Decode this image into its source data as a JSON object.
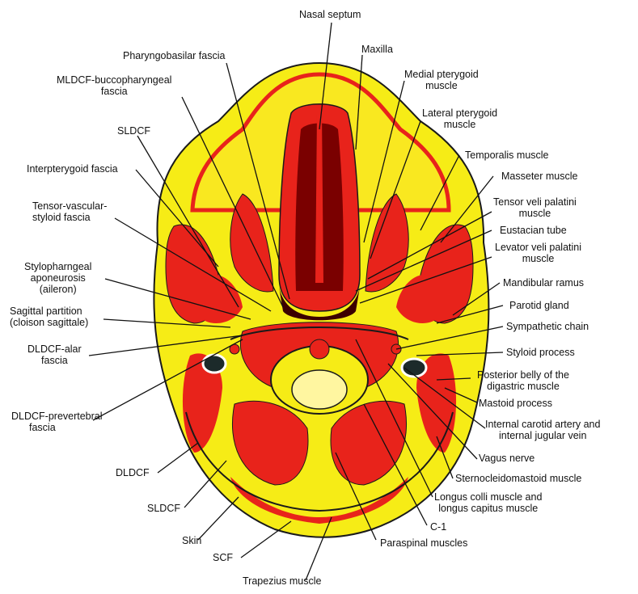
{
  "colors": {
    "background": "#ffffff",
    "skin_fat": "#f6ec16",
    "muscle": "#e8231b",
    "dark_airway": "#5a0000",
    "fascia_line": "#1a1a1a",
    "vessel": "#1c2a2a",
    "bone": "#fff6a0"
  },
  "labels_left": {
    "mldcf_bucco_1": "MLDCF-buccopharyngeal",
    "mldcf_bucco_2": "fascia",
    "sldcf_top": "SLDCF",
    "interpterygoid": "Interpterygoid fascia",
    "tensor_vasc_1": "Tensor-vascular-",
    "tensor_vasc_2": "styloid fascia",
    "stylo_1": "Stylopharngeal",
    "stylo_2": "aponeurosis",
    "stylo_3": "(aileron)",
    "sagittal_1": "Sagittal partition",
    "sagittal_2": "(cloison sagittale)",
    "alar_1": "DLDCF-alar",
    "alar_2": "fascia",
    "prevert_1": "DLDCF-prevertebral",
    "prevert_2": "fascia",
    "dldcf": "DLDCF",
    "sldcf_bottom": "SLDCF",
    "skin": "Skin",
    "scf": "SCF"
  },
  "labels_top": {
    "nasal_septum": "Nasal septum",
    "pharyngobasilar": "Pharyngobasilar fascia",
    "maxilla": "Maxilla"
  },
  "labels_right": {
    "medial_ptery_1": "Medial pterygoid",
    "medial_ptery_2": "muscle",
    "lateral_ptery_1": "Lateral pterygoid",
    "lateral_ptery_2": "muscle",
    "temporalis": "Temporalis muscle",
    "masseter": "Masseter muscle",
    "tensor_veli_1": "Tensor veli palatini",
    "tensor_veli_2": "muscle",
    "eustachian": "Eustacian tube",
    "levator_1": "Levator veli palatini",
    "levator_2": "muscle",
    "mandibular": "Mandibular ramus",
    "parotid": "Parotid gland",
    "sympathetic": "Sympathetic chain",
    "styloid": "Styloid process",
    "post_belly_1": "Posterior belly of the",
    "post_belly_2": "digastric muscle",
    "mastoid": "Mastoid process",
    "carotid_1": "Internal carotid artery and",
    "carotid_2": "internal jugular vein",
    "vagus": "Vagus nerve",
    "scm": "Sternocleidomastoid muscle",
    "longus_1": "Longus colli muscle and",
    "longus_2": "longus capitus muscle"
  },
  "labels_bottom": {
    "c1": "C-1",
    "paraspinal": "Paraspinal muscles",
    "trapezius": "Trapezius muscle"
  }
}
